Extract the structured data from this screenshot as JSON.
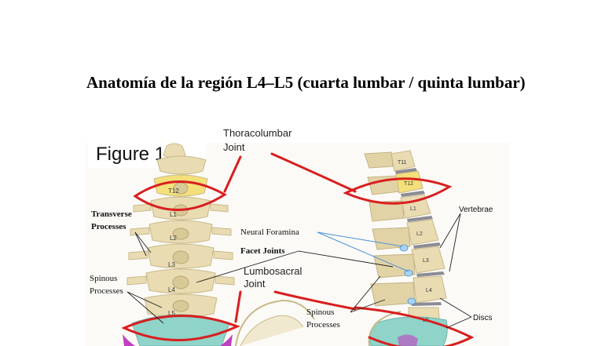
{
  "title": "Anatomía de la región L4–L5 (cuarta lumbar / quinta lumbar)",
  "figure_label": "Figure 1.",
  "labels": {
    "thoracolumbar": [
      "Thoracolumbar",
      "Joint"
    ],
    "transverse": [
      "Transverse",
      "Processes"
    ],
    "spinous_left": [
      "Spinous",
      "Processes"
    ],
    "neural_foramina": "Neural Foramina",
    "facet_joints": "Facet Joints",
    "lumbosacral": [
      "Lumbosacral",
      "Joint"
    ],
    "spinous_right": [
      "Spinous",
      "Processes"
    ],
    "vertebrae": "Vertebrae",
    "discs": "Discs"
  },
  "vertebra_tags": {
    "posterior": [
      "T12",
      "L1",
      "L2",
      "L3",
      "L4",
      "L5"
    ],
    "lateral": [
      "T11",
      "T12",
      "L1",
      "L2",
      "L3",
      "L4",
      "L5"
    ]
  },
  "colors": {
    "bone": "#e9dcb2",
    "bone_shadow": "#c9b98a",
    "highlight_t12": "#f3e07a",
    "sacrum_teal": "#8fd3c9",
    "disc_gray": "#8c8c94",
    "marker_red": "#d81f1f",
    "leader_blue": "#4a90d9",
    "magenta": "#c040c0"
  }
}
